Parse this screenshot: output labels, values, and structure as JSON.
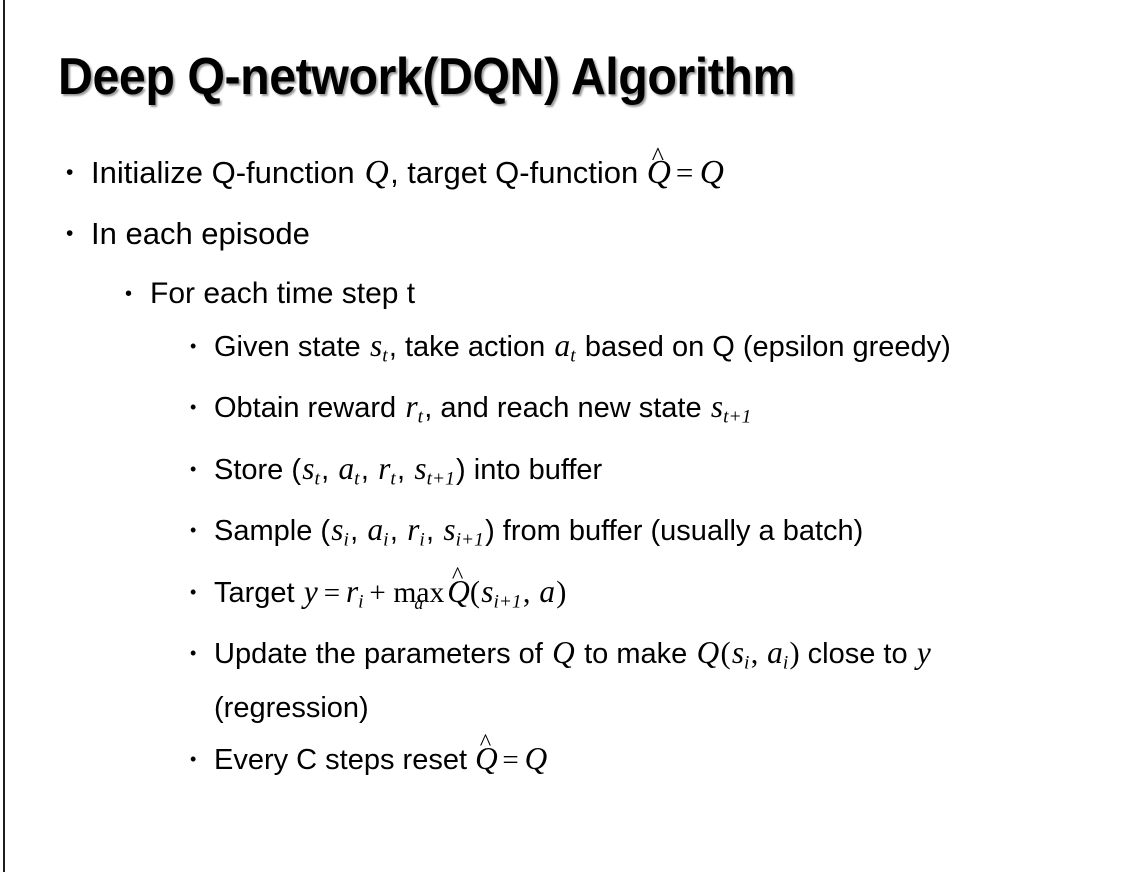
{
  "slide": {
    "title": "Deep Q-network(DQN) Algorithm",
    "background_color": "#ffffff",
    "text_color": "#000000",
    "border_color": "#1d1d1d",
    "bullet_glyph": "•"
  },
  "content": {
    "items": [
      {
        "level": 1,
        "name": "bullet-initialize-q-function",
        "text": "Initialize Q-function Q, target Q-function Q̂ = Q",
        "parts": [
          {
            "kind": "text",
            "value": "Initialize Q-function "
          },
          {
            "kind": "math",
            "value": "Q"
          },
          {
            "kind": "text",
            "value": ", target Q-function "
          },
          {
            "kind": "hatmath",
            "value": "Q"
          },
          {
            "kind": "op",
            "value": "="
          },
          {
            "kind": "math",
            "value": "Q"
          }
        ]
      },
      {
        "level": 1,
        "name": "bullet-in-each-episode",
        "text": "In each episode",
        "parts": [
          {
            "kind": "text",
            "value": "In each episode"
          }
        ]
      },
      {
        "level": 2,
        "name": "bullet-for-each-time-step",
        "text": "For each time step t",
        "parts": [
          {
            "kind": "text",
            "value": "For each time step t"
          }
        ]
      },
      {
        "level": 3,
        "name": "bullet-given-state-take-action",
        "text": "Given state s_t, take action a_t based on Q (epsilon greedy)",
        "parts": [
          {
            "kind": "text",
            "value": "Given state "
          },
          {
            "kind": "mathsub",
            "base": "s",
            "sub": "t"
          },
          {
            "kind": "text",
            "value": ", take action "
          },
          {
            "kind": "mathsub",
            "base": "a",
            "sub": "t"
          },
          {
            "kind": "text",
            "value": " based on Q (epsilon greedy)"
          }
        ]
      },
      {
        "level": 3,
        "name": "bullet-obtain-reward",
        "text": "Obtain reward r_t, and reach new state s_t+1",
        "parts": [
          {
            "kind": "text",
            "value": "Obtain reward "
          },
          {
            "kind": "mathsub",
            "base": "r",
            "sub": "t"
          },
          {
            "kind": "text",
            "value": ", and reach new state "
          },
          {
            "kind": "mathsub",
            "base": "s",
            "sub": "t+1"
          }
        ]
      },
      {
        "level": 3,
        "name": "bullet-store-into-buffer",
        "text": "Store (s_t, a_t, r_t, s_t+1) into buffer",
        "parts": [
          {
            "kind": "text",
            "value": "Store ("
          },
          {
            "kind": "mathsub",
            "base": "s",
            "sub": "t"
          },
          {
            "kind": "text",
            "value": ", "
          },
          {
            "kind": "mathsub",
            "base": "a",
            "sub": "t"
          },
          {
            "kind": "text",
            "value": ", "
          },
          {
            "kind": "mathsub",
            "base": "r",
            "sub": "t"
          },
          {
            "kind": "text",
            "value": ", "
          },
          {
            "kind": "mathsub",
            "base": "s",
            "sub": "t+1"
          },
          {
            "kind": "text",
            "value": ") into buffer"
          }
        ]
      },
      {
        "level": 3,
        "name": "bullet-sample-from-buffer",
        "text": "Sample (s_i, a_i, r_i, s_i+1) from buffer (usually a batch)",
        "parts": [
          {
            "kind": "text",
            "value": "Sample ("
          },
          {
            "kind": "mathsub",
            "base": "s",
            "sub": "i"
          },
          {
            "kind": "text",
            "value": ", "
          },
          {
            "kind": "mathsub",
            "base": "a",
            "sub": "i"
          },
          {
            "kind": "text",
            "value": ", "
          },
          {
            "kind": "mathsub",
            "base": "r",
            "sub": "i"
          },
          {
            "kind": "text",
            "value": ", "
          },
          {
            "kind": "mathsub",
            "base": "s",
            "sub": "i+1"
          },
          {
            "kind": "text",
            "value": ") from buffer (usually a batch)"
          }
        ]
      },
      {
        "level": 3,
        "name": "bullet-target-equation",
        "text": "Target y = r_i + max_a Q̂(s_i+1, a)",
        "parts": [
          {
            "kind": "text",
            "value": "Target "
          },
          {
            "kind": "math",
            "value": "y"
          },
          {
            "kind": "op",
            "value": "="
          },
          {
            "kind": "mathsub",
            "base": "r",
            "sub": "i"
          },
          {
            "kind": "op",
            "value": "+"
          },
          {
            "kind": "maxop",
            "value": "max",
            "under": "a"
          },
          {
            "kind": "hatmath",
            "value": "Q"
          },
          {
            "kind": "mathup",
            "value": "("
          },
          {
            "kind": "mathsub",
            "base": "s",
            "sub": "i+1"
          },
          {
            "kind": "mathup",
            "value": ", "
          },
          {
            "kind": "math",
            "value": "a"
          },
          {
            "kind": "mathup",
            "value": ")"
          }
        ]
      },
      {
        "level": 3,
        "name": "bullet-update-parameters",
        "text": "Update the parameters of Q to make Q(s_i, a_i) close to y (regression)",
        "parts": [
          {
            "kind": "text",
            "value": "Update the parameters of "
          },
          {
            "kind": "math",
            "value": "Q"
          },
          {
            "kind": "text",
            "value": " to make "
          },
          {
            "kind": "math",
            "value": "Q"
          },
          {
            "kind": "mathup",
            "value": "("
          },
          {
            "kind": "mathsub",
            "base": "s",
            "sub": "i"
          },
          {
            "kind": "mathup",
            "value": ", "
          },
          {
            "kind": "mathsub",
            "base": "a",
            "sub": "i"
          },
          {
            "kind": "mathup",
            "value": ")"
          },
          {
            "kind": "text",
            "value": " close to "
          },
          {
            "kind": "math",
            "value": "y"
          },
          {
            "kind": "text",
            "value": " (regression)"
          }
        ]
      },
      {
        "level": 3,
        "name": "bullet-every-c-steps-reset",
        "text": "Every C steps reset Q̂ = Q",
        "parts": [
          {
            "kind": "text",
            "value": "Every C steps reset "
          },
          {
            "kind": "hatmath",
            "value": "Q"
          },
          {
            "kind": "op",
            "value": "="
          },
          {
            "kind": "math",
            "value": "Q"
          }
        ]
      }
    ]
  }
}
